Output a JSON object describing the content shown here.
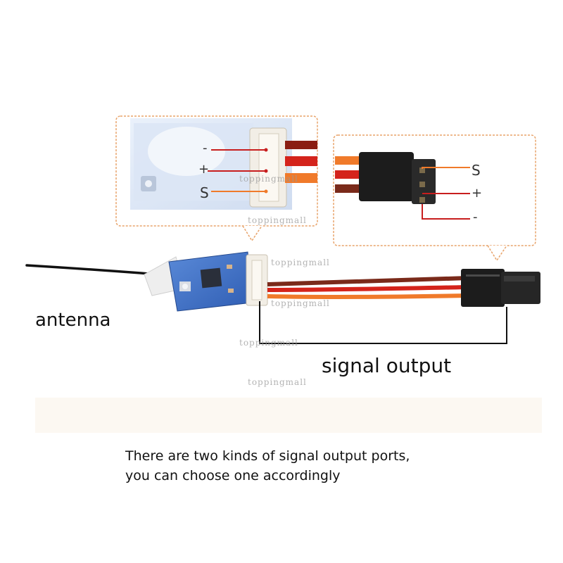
{
  "labels": {
    "antenna": "antenna",
    "signal_output": "signal output"
  },
  "caption": {
    "line1": "There are two kinds of signal output ports,",
    "line2": "you can choose one accordingly"
  },
  "left_callout_pins": {
    "minus": "-",
    "plus": "+",
    "signal": "S"
  },
  "right_callout_pins": {
    "signal": "S",
    "plus": "+",
    "minus": "-"
  },
  "watermark": "toppingmall",
  "colors": {
    "callout_border": "#e8a36a",
    "wire_red": "#c81e1e",
    "wire_orange": "#f07a2a",
    "wire_brown": "#7a2a1a",
    "pcb_blue": "#3d6fc4",
    "connector_black": "#1c1c1c"
  }
}
